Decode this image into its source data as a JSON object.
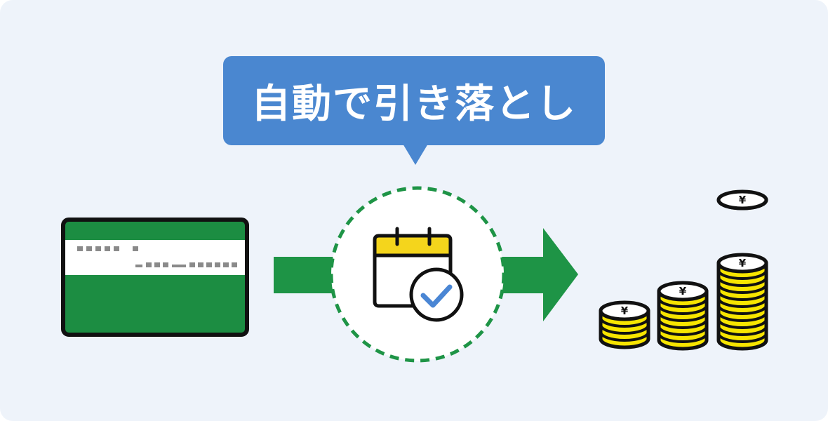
{
  "bubble": {
    "text": "自動で引き落とし"
  },
  "card": {
    "dot_groups_top": [
      "■■■■■",
      "■"
    ],
    "dot_groups_bottom": [
      "▬",
      "■■■",
      "▬",
      "■■■■■■"
    ]
  },
  "coins": {
    "symbol": "¥",
    "stacks": [
      5,
      8,
      12,
      1
    ]
  },
  "colors": {
    "background": "#eef3fa",
    "bubble": "#4a87d0",
    "green": "#1e9446",
    "card_green": "#1c8d42",
    "coin_yellow": "#f7e500",
    "calendar_yellow": "#f4d51c",
    "check_blue": "#4a86d4",
    "dash_gray": "#8a8a8a"
  },
  "icons": [
    "bank-card-icon",
    "arrow-right-icon",
    "calendar-check-icon",
    "yen-coin-stack-icon"
  ]
}
